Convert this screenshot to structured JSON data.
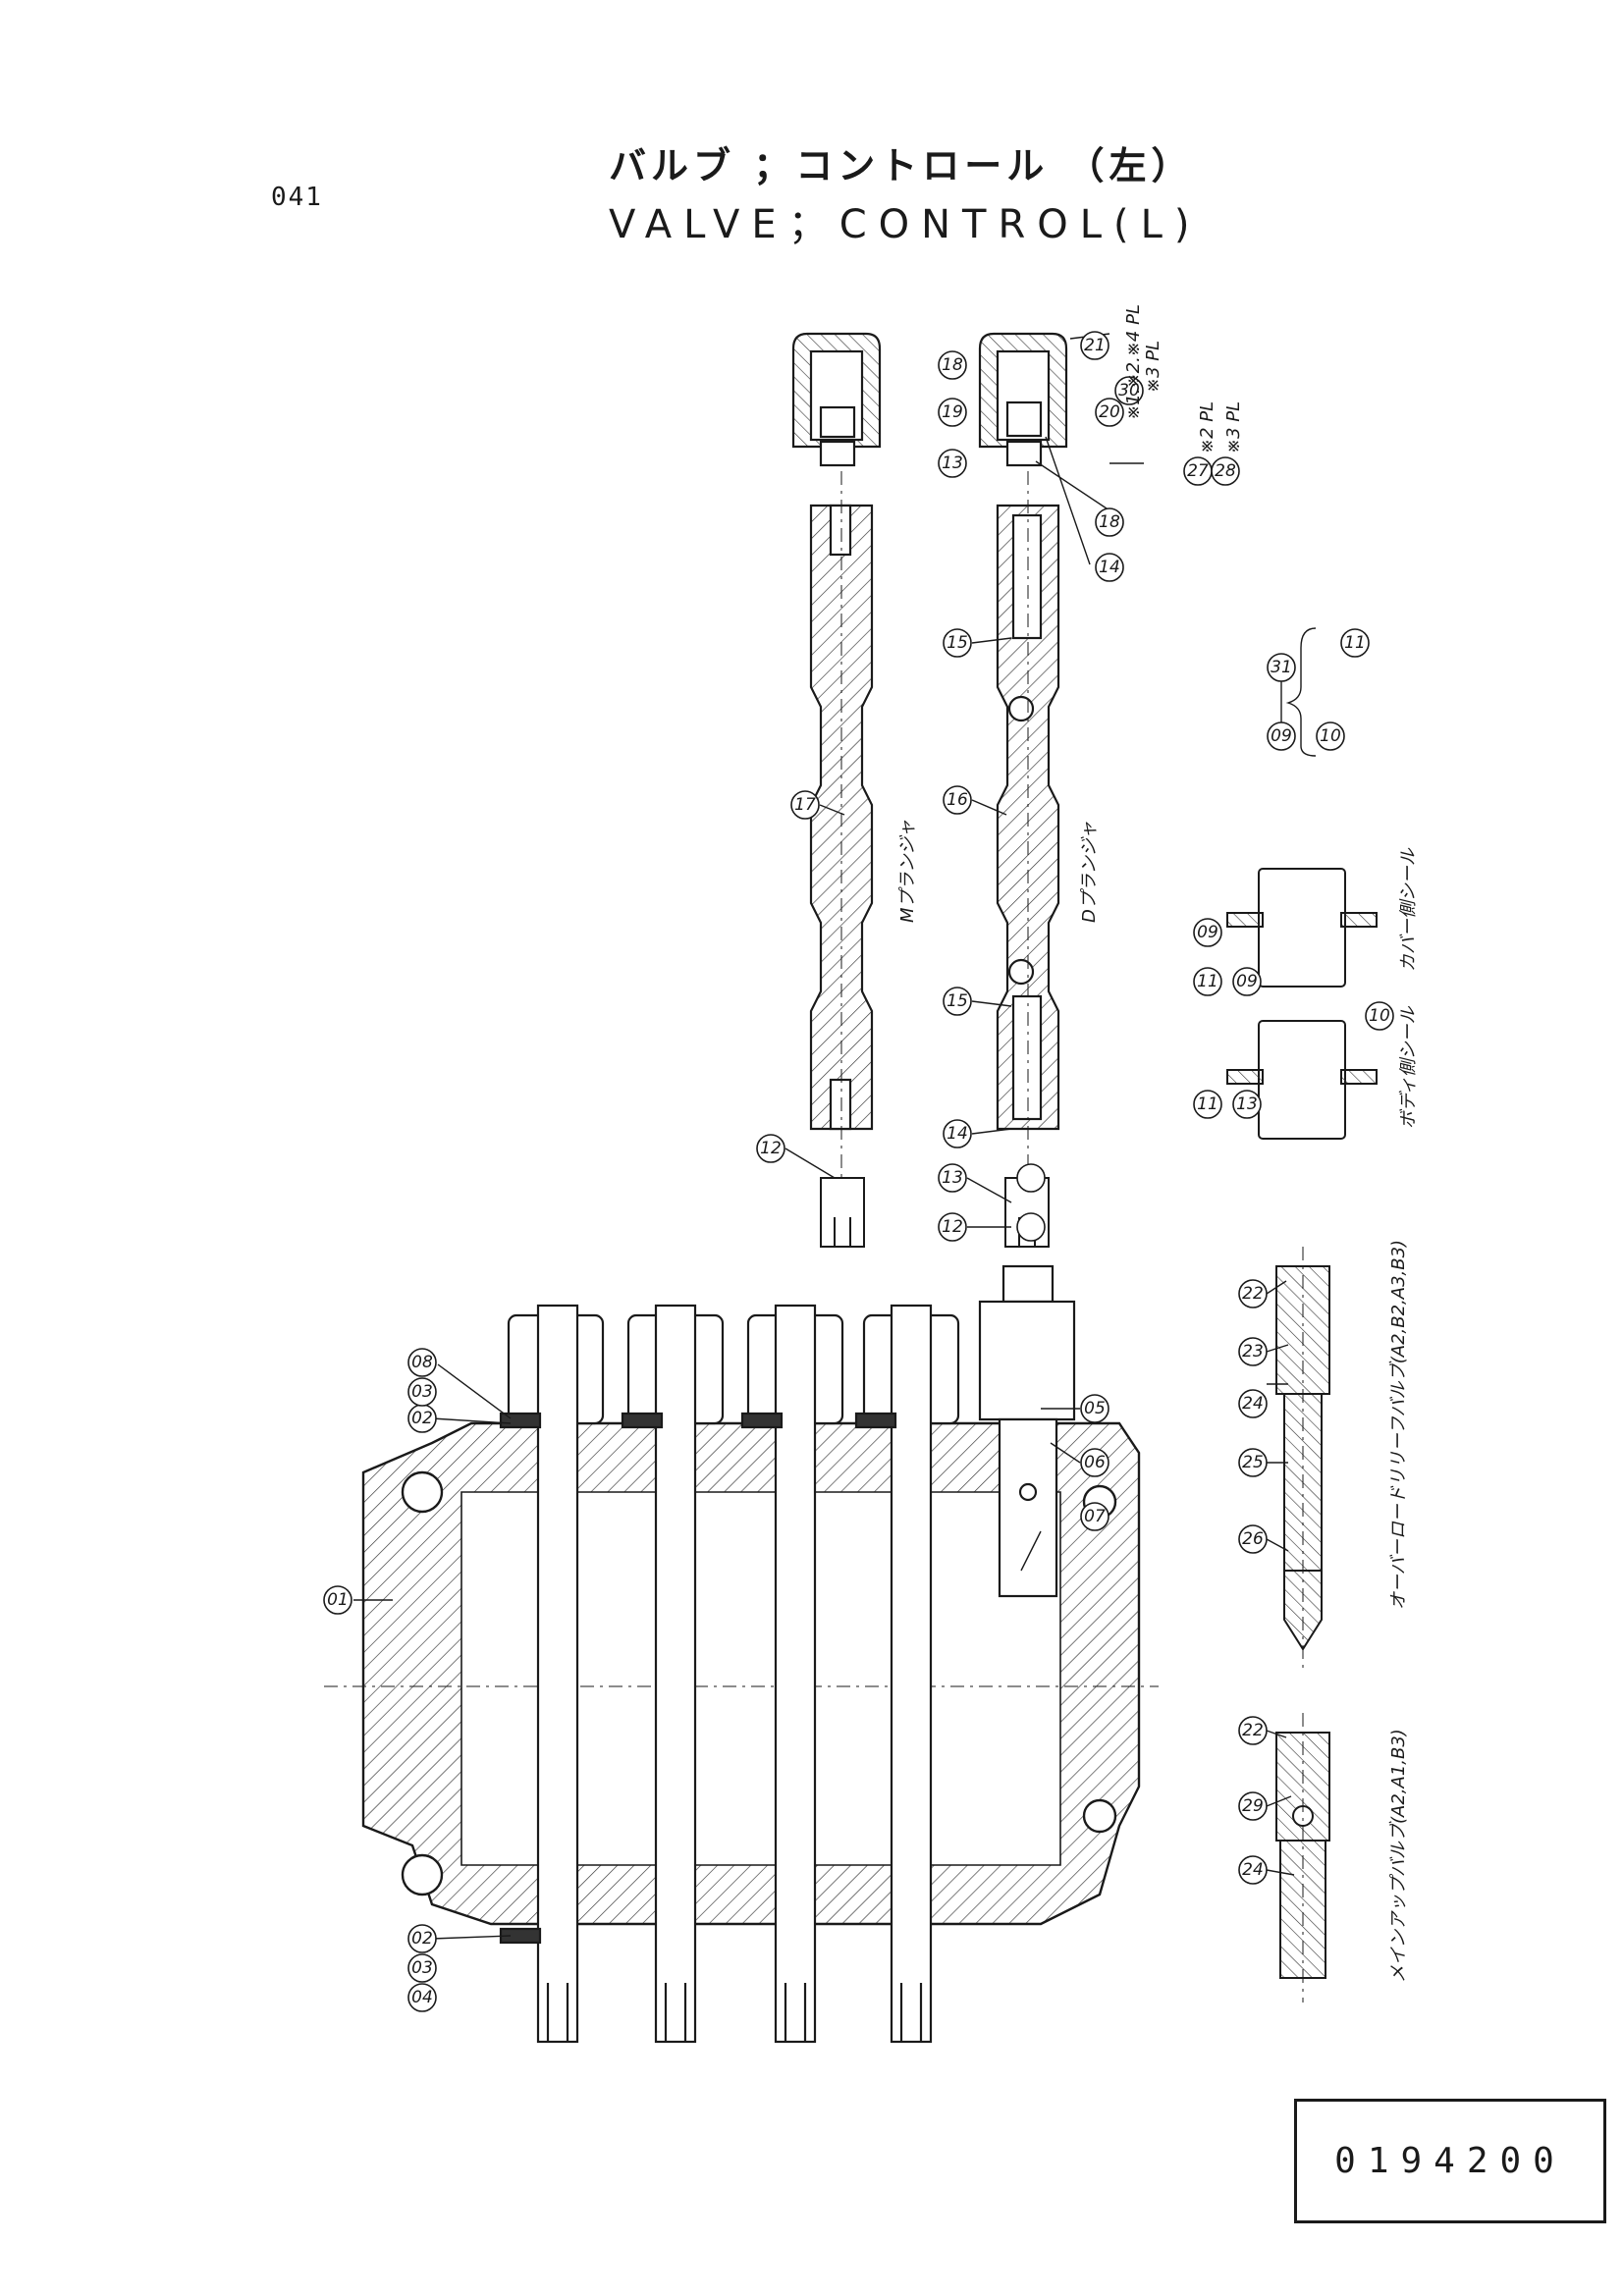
{
  "header": {
    "page_code": "041",
    "title_jp": "バルブ ；コントロール （左）",
    "title_en": "VALVE；CONTROL(L)"
  },
  "footer": {
    "part_number": "0194200"
  },
  "callouts": {
    "c01": "01",
    "c02a": "02",
    "c03a": "03",
    "c08": "08",
    "c02b": "02",
    "c03b": "03",
    "c04": "04",
    "c05": "05",
    "c06": "06",
    "c07": "07",
    "c12a": "12",
    "c12b": "12",
    "c13a": "13",
    "c13b": "13",
    "c14a": "14",
    "c14b": "14",
    "c15a": "15",
    "c15b": "15",
    "c16": "16",
    "c17": "17",
    "c18a": "18",
    "c18b": "18",
    "c19": "19",
    "c21": "21",
    "c20": "20",
    "c30": "30",
    "c27": "27",
    "c28": "28",
    "c31": "31",
    "c09a": "09",
    "c10a": "10",
    "c11a": "11",
    "c09b": "09",
    "c11b": "11",
    "c09c": "09",
    "c11c": "11",
    "c10b": "10",
    "c22a": "22",
    "c23": "23",
    "c24a": "24",
    "c25": "25",
    "c26": "26",
    "c22b": "22",
    "c29": "29",
    "c24b": "24"
  },
  "notes": {
    "n20": "※1.※2.※4 PL",
    "n30": "※3 PL",
    "n27": "※2 PL",
    "n28": "※3 PL"
  },
  "labels": {
    "m_spool": "Mプランジャ",
    "d_spool": "Dプランジャ",
    "cover_seal": "カバー側シール",
    "body_seal": "ボディ側シール",
    "overload_relief": "オーバーロードリリーフバルブ(A2,B2,A3,B3)",
    "main_relief": "メインアップバルブ(A2,A1,B3)"
  }
}
